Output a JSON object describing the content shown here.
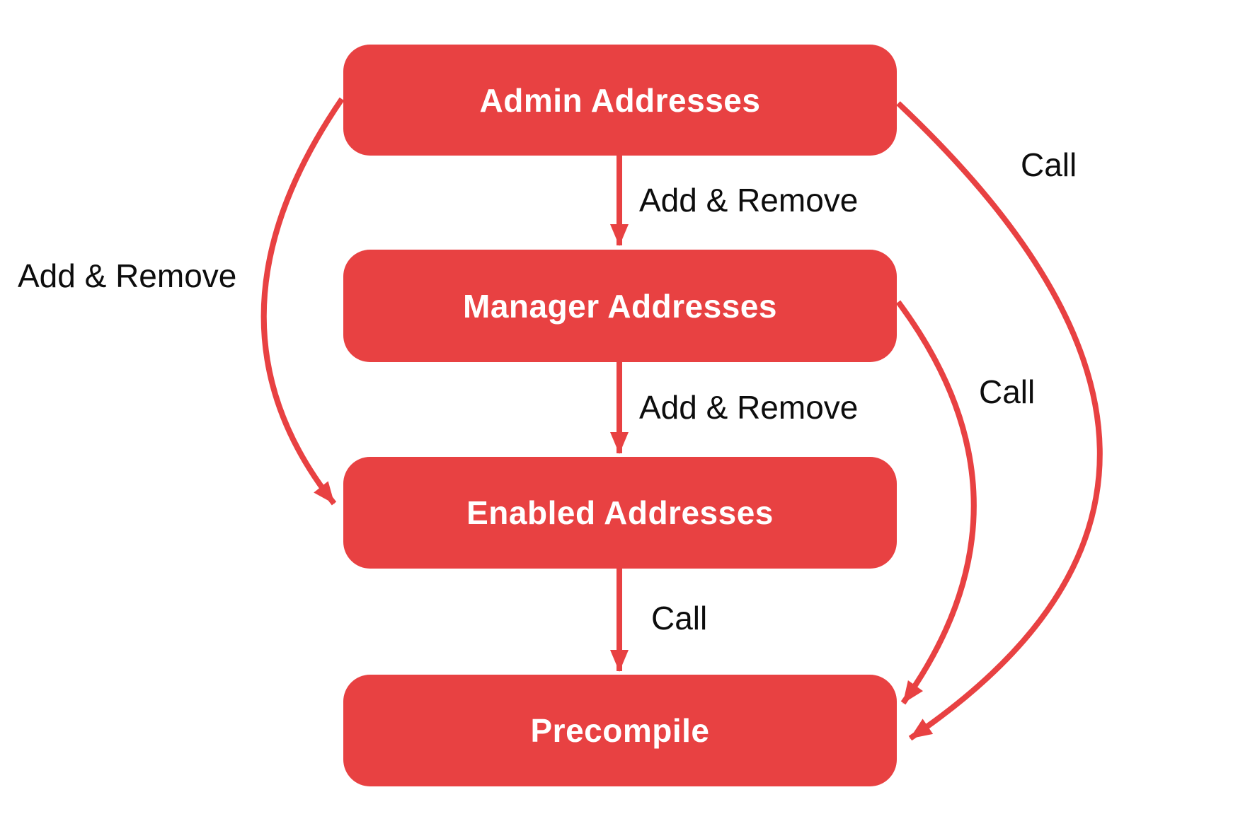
{
  "diagram": {
    "background_color": "#ffffff",
    "accent_color": "#E84142",
    "node_text_color": "#ffffff",
    "edge_label_color": "#0d0d0d",
    "nodes": [
      {
        "id": "admin",
        "label": "Admin Addresses"
      },
      {
        "id": "manager",
        "label": "Manager Addresses"
      },
      {
        "id": "enabled",
        "label": "Enabled Addresses"
      },
      {
        "id": "precompile",
        "label": "Precompile"
      }
    ],
    "edges": [
      {
        "from": "admin",
        "to": "manager",
        "label": "Add & Remove"
      },
      {
        "from": "manager",
        "to": "enabled",
        "label": "Add & Remove"
      },
      {
        "from": "enabled",
        "to": "precompile",
        "label": "Call"
      },
      {
        "from": "admin",
        "to": "enabled",
        "label": "Add & Remove"
      },
      {
        "from": "admin",
        "to": "precompile",
        "label": "Call"
      },
      {
        "from": "manager",
        "to": "precompile",
        "label": "Call"
      }
    ]
  }
}
